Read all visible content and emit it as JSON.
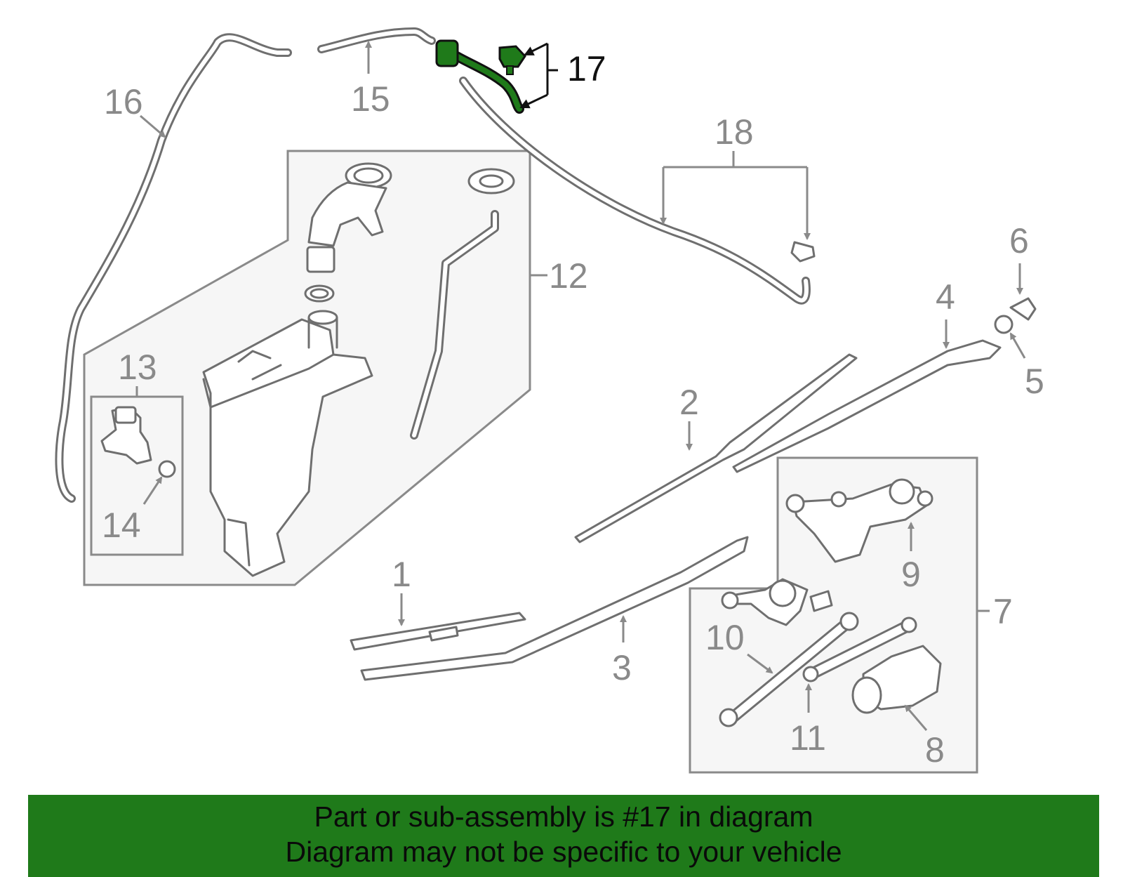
{
  "callouts": {
    "c1": "1",
    "c2": "2",
    "c3": "3",
    "c4": "4",
    "c5": "5",
    "c6": "6",
    "c7": "7",
    "c8": "8",
    "c9": "9",
    "c10": "10",
    "c11": "11",
    "c12": "12",
    "c13": "13",
    "c14": "14",
    "c15": "15",
    "c16": "16",
    "c17": "17",
    "c18": "18"
  },
  "highlight": {
    "part": "17",
    "color": "#1f7a1a"
  },
  "banner": {
    "line1": "Part or sub-assembly is #17 in diagram",
    "line2": "Diagram may not be specific to your vehicle",
    "background": "#1f7a1a"
  }
}
